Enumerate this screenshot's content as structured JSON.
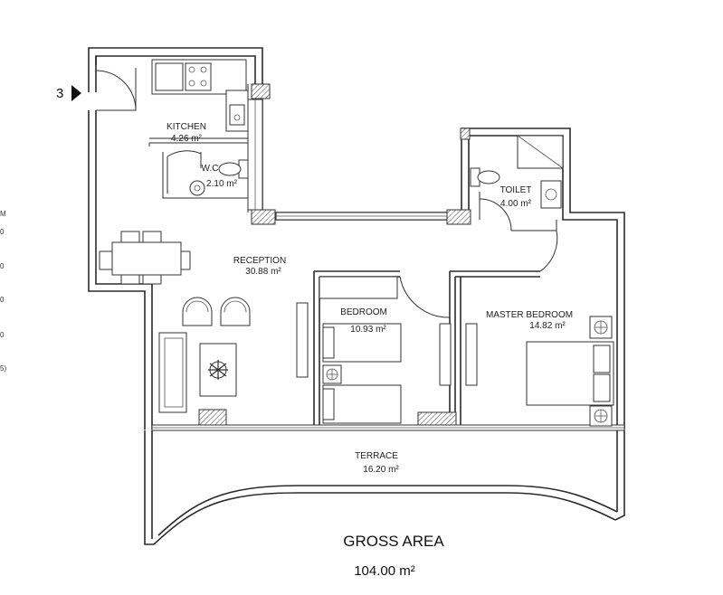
{
  "unit_marker": "3",
  "rooms": {
    "kitchen": {
      "name": "KITCHEN",
      "area": "4.26 m²"
    },
    "wc": {
      "name": "W.C",
      "area": "2.10 m²"
    },
    "toilet": {
      "name": "TOILET",
      "area": "4.00 m²"
    },
    "reception": {
      "name": "RECEPTION",
      "area": "30.88 m²"
    },
    "bedroom": {
      "name": "BEDROOM",
      "area": "10.93 m²"
    },
    "master_bedroom": {
      "name": "MASTER BEDROOM",
      "area": "14.82 m²"
    },
    "terrace": {
      "name": "TERRACE",
      "area": "16.20 m²"
    }
  },
  "gross_area": {
    "label": "GROSS AREA",
    "value": "104.00 m²"
  },
  "cropped_edge_marks": [
    "M",
    "0",
    "0",
    "0",
    "0",
    "5)"
  ]
}
